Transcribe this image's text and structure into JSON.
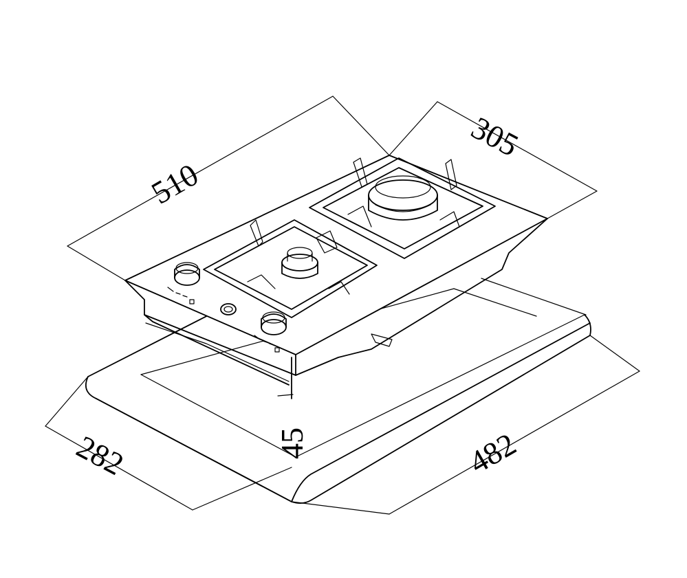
{
  "dimensions": {
    "length_top": "510",
    "width_top": "305",
    "height": "45",
    "cutout_width": "282",
    "cutout_length": "482"
  },
  "colors": {
    "line": "#000000",
    "background": "#ffffff"
  }
}
